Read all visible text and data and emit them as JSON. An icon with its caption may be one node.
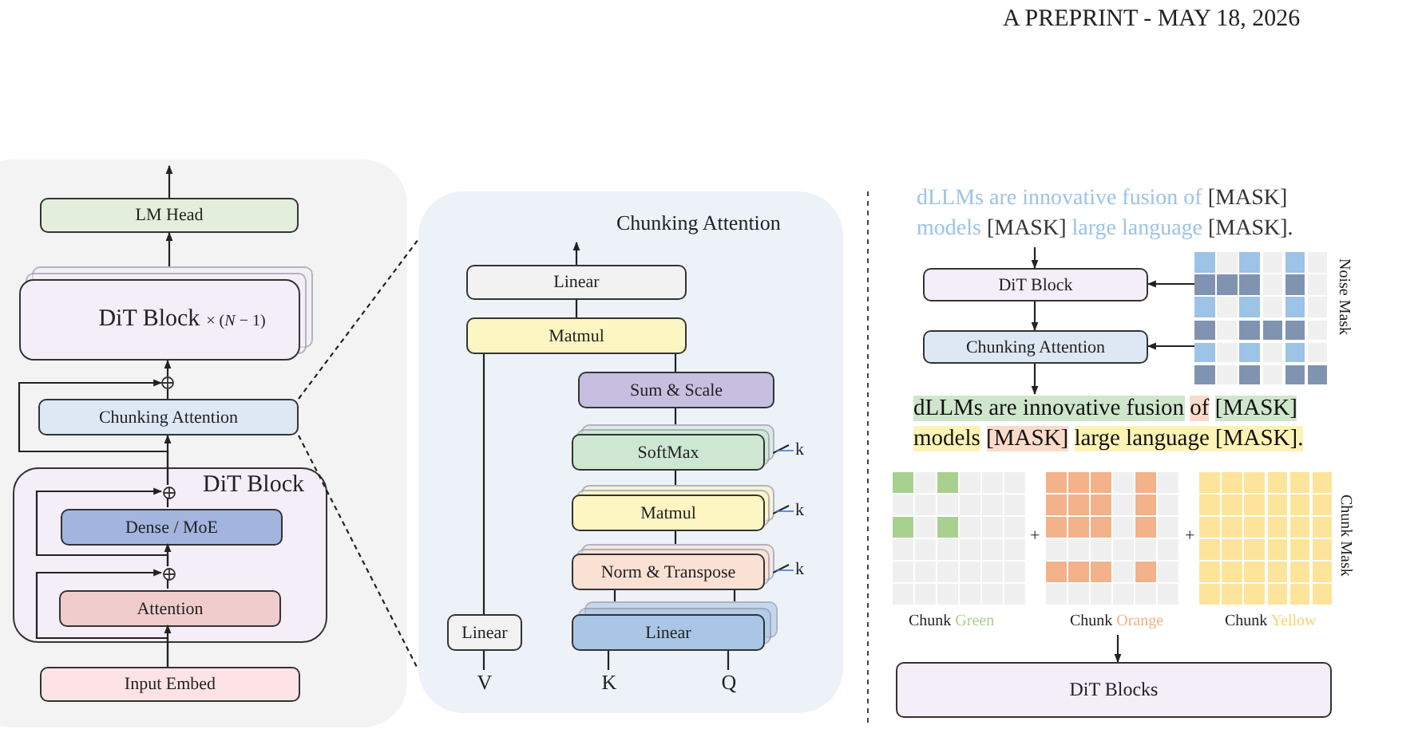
{
  "diagram": {
    "nodes": [
      {
        "text": [
          "LM Head"
        ]
      },
      {
        "text": [
          "DiT Block",
          "× (*N* − 1)"
        ]
      },
      {
        "text": [],
        "shape": "circle"
      },
      {
        "text": [
          "Chunking Attention"
        ]
      },
      {
        "text": [
          "DiT Block"
        ]
      },
      {
        "text": [],
        "shape": "circle",
        "in": 4
      },
      {
        "text": [
          "Dense / MoE"
        ],
        "in": 4
      },
      {
        "text": [],
        "shape": "circle",
        "in": 4
      },
      {
        "text": [
          "Attention"
        ],
        "in": 4
      },
      {
        "text": [
          "Input Embed"
        ]
      },
      {
        "text": [
          "Chunking Attention"
        ]
      },
      {
        "text": [
          "Linear"
        ],
        "in": 10
      },
      {
        "text": [
          "Matmul"
        ],
        "in": 10
      },
      {
        "text": [
          "Sum & Scale"
        ],
        "in": 10
      },
      {
        "text": [
          "SoftMax"
        ],
        "in": 10,
        "beside": [
          "k"
        ]
      },
      {
        "text": [
          "Matmul"
        ],
        "in": 10,
        "beside": [
          "k"
        ]
      },
      {
        "text": [
          "Norm & Transpose"
        ],
        "in": 10,
        "beside": [
          "k"
        ]
      },
      {
        "text": [
          "Linear"
        ],
        "in": 10
      },
      {
        "text": [
          "Linear"
        ],
        "in": 10
      },
      {
        "text": [
          "V"
        ],
        "in": 10
      },
      {
        "text": [
          "K"
        ],
        "in": 10
      },
      {
        "text": [
          "Q"
        ],
        "in": 10
      },
      {
        "text": [
          "dLLMs are innovative fusion of",
          "[MASK]",
          "models",
          "[MASK]",
          "large language",
          "[MASK]."
        ]
      },
      {
        "text": [
          "DiT Block"
        ]
      },
      {
        "text": [
          "Chunking Attention"
        ]
      },
      {
        "text": [],
        "shape": "grid",
        "beside": [
          "Noise Mask"
        ]
      },
      {
        "text": [
          "dLLMs are innovative fusion",
          "of",
          "[MASK]",
          "models",
          "[MASK]",
          "large language [MASK]."
        ]
      },
      {
        "text": [],
        "shape": "grid",
        "beside": [
          "Chunk Green"
        ]
      },
      {
        "text": [],
        "shape": "grid",
        "beside": [
          "Chunk Orange"
        ]
      },
      {
        "text": [],
        "shape": "grid",
        "beside": [
          "Chunk Yellow"
        ]
      },
      {
        "text": [
          "DiT Blocks"
        ]
      }
    ],
    "edges": [
      {
        "from": 0,
        "to": null,
        "arrow": "to"
      },
      {
        "from": 1,
        "to": 0,
        "arrow": "to"
      },
      {
        "from": 2,
        "to": 1,
        "arrow": "to"
      },
      {
        "from": 3,
        "to": 2,
        "arrow": "none"
      },
      {
        "from": 5,
        "to": 2,
        "arrow": "to"
      },
      {
        "from": 5,
        "to": 3,
        "arrow": "to"
      },
      {
        "from": 6,
        "to": 5,
        "arrow": "none"
      },
      {
        "from": 7,
        "to": 5,
        "arrow": "to"
      },
      {
        "from": 7,
        "to": 6,
        "arrow": "to"
      },
      {
        "from": 8,
        "to": 7,
        "arrow": "none"
      },
      {
        "from": 9,
        "to": 7,
        "arrow": "to"
      },
      {
        "from": 9,
        "to": 8,
        "arrow": "to"
      },
      {
        "from": 3,
        "to": 10,
        "arrow": "none",
        "style": "dashed"
      },
      {
        "from": 3,
        "to": 10,
        "arrow": "none",
        "style": "dashed"
      },
      {
        "from": 11,
        "to": null,
        "arrow": "to"
      },
      {
        "from": 12,
        "to": 11,
        "arrow": "none"
      },
      {
        "from": 17,
        "to": 12,
        "arrow": "none"
      },
      {
        "from": 13,
        "to": 12,
        "arrow": "none"
      },
      {
        "from": 14,
        "to": 13,
        "arrow": "none"
      },
      {
        "from": 15,
        "to": 14,
        "arrow": "none"
      },
      {
        "from": 16,
        "to": 15,
        "arrow": "none"
      },
      {
        "from": 18,
        "to": 16,
        "arrow": "none"
      },
      {
        "from": 18,
        "to": 16,
        "arrow": "none"
      },
      {
        "from": 19,
        "to": 17,
        "arrow": "none"
      },
      {
        "from": 20,
        "to": 18,
        "arrow": "none"
      },
      {
        "from": 21,
        "to": 18,
        "arrow": "none"
      },
      {
        "from": 22,
        "to": 23,
        "arrow": "to"
      },
      {
        "from": 25,
        "to": 23,
        "arrow": "to"
      },
      {
        "from": 23,
        "to": 24,
        "arrow": "to"
      },
      {
        "from": 25,
        "to": 24,
        "arrow": "to"
      },
      {
        "from": 24,
        "to": 26,
        "arrow": "to"
      },
      {
        "from": 28,
        "to": 30,
        "arrow": "to"
      }
    ],
    "labels": [
      "A PREPRINT - MAY 18, 2026",
      "+",
      "+",
      "Chunk Mask"
    ]
  }
}
